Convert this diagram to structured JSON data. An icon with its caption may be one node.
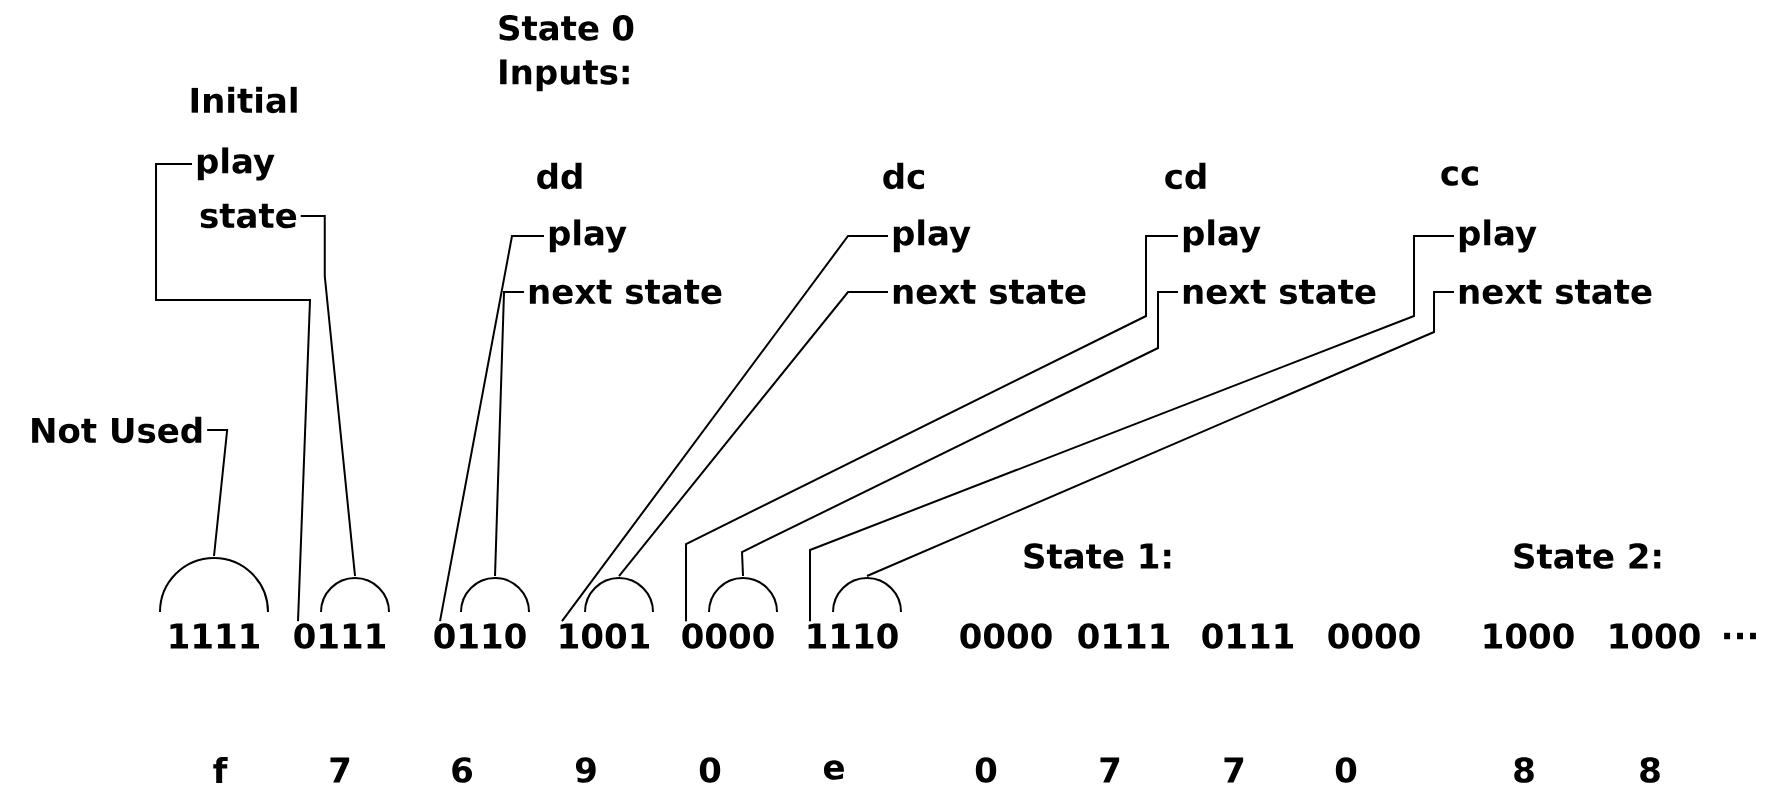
{
  "diagram": {
    "nodes": [
      {
        "text": [
          "Not Used"
        ]
      },
      {
        "text": [
          "play"
        ]
      },
      {
        "text": [
          "state"
        ]
      },
      {
        "text": [
          "play"
        ]
      },
      {
        "text": [
          "next state"
        ]
      },
      {
        "text": [
          "play"
        ]
      },
      {
        "text": [
          "next state"
        ]
      },
      {
        "text": [
          "play"
        ]
      },
      {
        "text": [
          "next state"
        ]
      },
      {
        "text": [
          "play"
        ]
      },
      {
        "text": [
          "next state"
        ]
      },
      {
        "text": [],
        "shape": "arc"
      },
      {
        "text": [],
        "shape": "arc"
      },
      {
        "text": [],
        "shape": "arc"
      },
      {
        "text": [],
        "shape": "arc"
      },
      {
        "text": [],
        "shape": "arc"
      },
      {
        "text": [],
        "shape": "arc"
      },
      {
        "text": [
          "1111"
        ]
      },
      {
        "text": [
          "0111"
        ]
      },
      {
        "text": [
          "0110"
        ]
      },
      {
        "text": [
          "1001"
        ]
      },
      {
        "text": [
          "0000"
        ]
      },
      {
        "text": [
          "1110"
        ]
      }
    ],
    "edges": [
      {
        "from": 0,
        "to": 11,
        "arrow": "none"
      },
      {
        "from": 1,
        "to": 18,
        "arrow": "none"
      },
      {
        "from": 2,
        "to": 12,
        "arrow": "none"
      },
      {
        "from": 3,
        "to": 19,
        "arrow": "none"
      },
      {
        "from": 4,
        "to": 13,
        "arrow": "none"
      },
      {
        "from": 5,
        "to": 20,
        "arrow": "none"
      },
      {
        "from": 6,
        "to": 14,
        "arrow": "none"
      },
      {
        "from": 7,
        "to": 21,
        "arrow": "none"
      },
      {
        "from": 8,
        "to": 15,
        "arrow": "none"
      },
      {
        "from": 9,
        "to": 22,
        "arrow": "none"
      },
      {
        "from": 10,
        "to": 16,
        "arrow": "none"
      }
    ],
    "labels": [
      "State 0 Inputs:",
      "Initial",
      "dd",
      "dc",
      "cd",
      "cc",
      "State 1:",
      "State 2:",
      "0000",
      "0111",
      "0111",
      "0000",
      "1000",
      "1000",
      "...",
      "f",
      "7",
      "6",
      "9",
      "0",
      "e",
      "0",
      "7",
      "7",
      "0",
      "8",
      "8"
    ]
  }
}
